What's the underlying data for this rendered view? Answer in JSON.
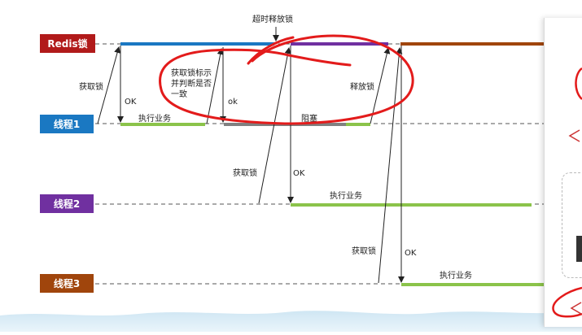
{
  "lanes": {
    "redis": "Redis锁",
    "t1": "线程1",
    "t2": "线程2",
    "t3": "线程3"
  },
  "labels": {
    "timeout": "超时释放锁",
    "acquire1": "获取锁",
    "ok1": "OK",
    "exec1": "执行业务",
    "check_l1": "获取锁标示",
    "check_l2": "并判断是否",
    "check_l3": "一致",
    "ok1b": "ok",
    "blocked": "阻塞",
    "release": "释放锁",
    "acquire2": "获取锁",
    "ok2": "OK",
    "exec2": "执行业务",
    "acquire3": "获取锁",
    "ok3": "OK",
    "exec3": "执行业务"
  },
  "colors": {
    "redis": "#b11a1a",
    "t1": "#1a78c2",
    "t2": "#7030a0",
    "t3": "#a0450c",
    "green": "#8bc34a",
    "gray": "#808080",
    "annotation": "#e31b1b"
  }
}
